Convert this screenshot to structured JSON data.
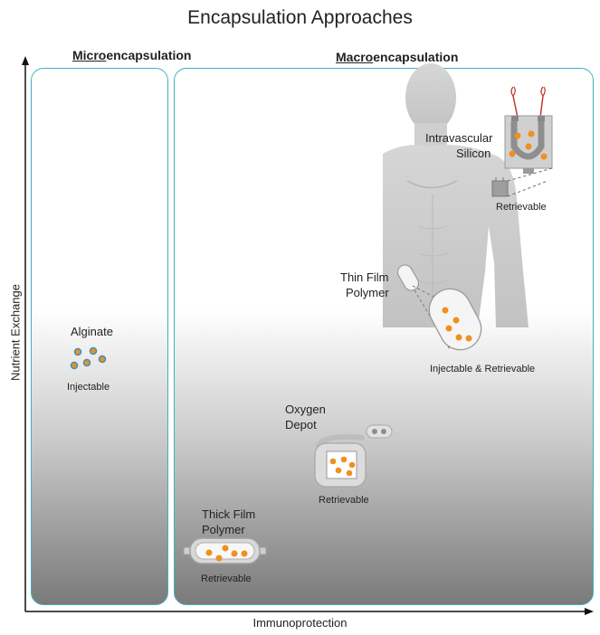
{
  "title": "Encapsulation Approaches",
  "axes": {
    "y_label": "Nutrient Exchange",
    "x_label": "Immunoprotection"
  },
  "regions": {
    "micro": {
      "underlined": "Micro",
      "rest": "encapsulation"
    },
    "macro": {
      "underlined": "Macro",
      "rest": "encapsulation"
    }
  },
  "items": {
    "alginate": {
      "name": "Alginate",
      "note": "Injectable"
    },
    "intravascular": {
      "name_line1": "Intravascular",
      "name_line2": "Silicon",
      "note": "Retrievable"
    },
    "thin_film": {
      "name_line1": "Thin Film",
      "name_line2": "Polymer",
      "note": "Injectable & Retrievable"
    },
    "oxygen_depot": {
      "name_line1": "Oxygen",
      "name_line2": "Depot",
      "note": "Retrievable"
    },
    "thick_film": {
      "name_line1": "Thick Film",
      "name_line2": "Polymer",
      "note": "Retrievable"
    }
  },
  "colors": {
    "panel_border": "#3fb0c4",
    "cell_orange": "#f0901e",
    "cell_blue": "#3a8fc0"
  }
}
